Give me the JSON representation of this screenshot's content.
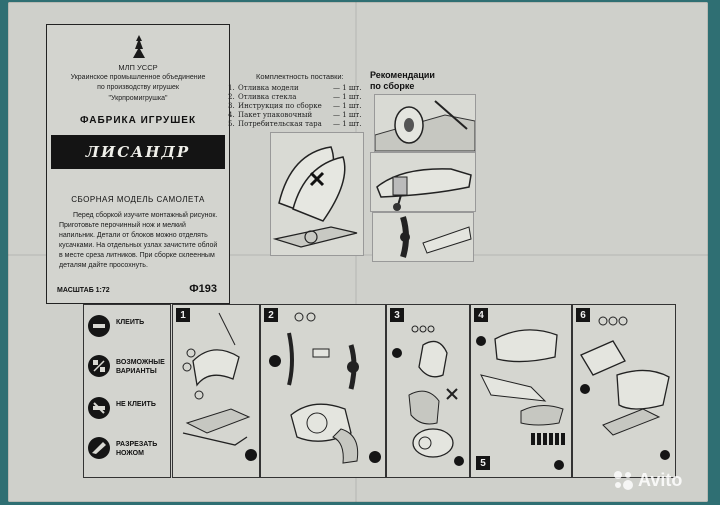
{
  "title_block": {
    "org_line1": "МЛП УССР",
    "org_line2": "Украинское промышленное объединение",
    "org_line3": "по производству игрушек",
    "org_line4": "\"Укрпромигрушка\"",
    "factory": "ФАБРИКА ИГРУШЕК",
    "model_name": "ЛИСАНДР",
    "subtitle": "СБОРНАЯ МОДЕЛЬ САМОЛЕТА",
    "instructions": "Перед сборкой изучите монтажный рисунок. Приготовьте перочинный нож и мелкий напильник. Детали от блоков можно отделять кусачками. На отдельных узлах зачистите облой в месте среза литников. При сборке склеенным деталям дайте просохнуть.",
    "scale": "МАСШТАБ 1:72",
    "code": "Ф193"
  },
  "contents": {
    "title": "Комплектность поставки:",
    "items": [
      {
        "n": "1.",
        "item": "Отливка модели",
        "qty": "— 1 шт."
      },
      {
        "n": "2.",
        "item": "Отливка стекла",
        "qty": "— 1 шт."
      },
      {
        "n": "3.",
        "item": "Инструкция по сборке",
        "qty": "— 1 шт."
      },
      {
        "n": "4.",
        "item": "Пакет упаковочный",
        "qty": "— 1 шт."
      },
      {
        "n": "5.",
        "item": "Потребительская тара",
        "qty": "— 1 шт."
      }
    ]
  },
  "recommendations": {
    "line1": "Рекомендации",
    "line2": "по сборке"
  },
  "legend": [
    {
      "label": "КЛЕИТЬ",
      "icon": "glue-icon"
    },
    {
      "label": "ВОЗМОЖНЫЕ ВАРИАНТЫ",
      "icon": "variants-icon"
    },
    {
      "label": "НЕ КЛЕИТЬ",
      "icon": "no-glue-icon"
    },
    {
      "label": "РАЗРЕЗАТЬ НОЖОМ",
      "icon": "knife-icon"
    }
  ],
  "steps": [
    "1",
    "2",
    "3",
    "4",
    "5",
    "6"
  ],
  "watermark": "Avito"
}
